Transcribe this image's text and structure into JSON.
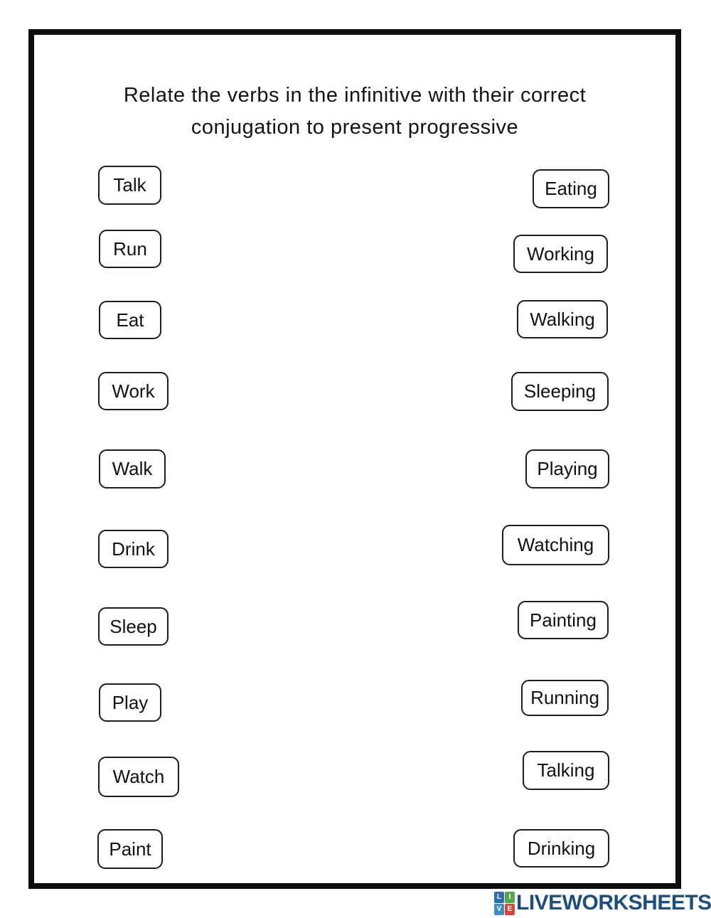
{
  "title": {
    "line1": "Relate the verbs in the infinitive with their correct",
    "line2": "conjugation to present progressive"
  },
  "left_column": {
    "items": [
      "Talk",
      "Run",
      "Eat",
      "Work",
      "Walk",
      "Drink",
      "Sleep",
      "Play",
      "Watch",
      "Paint"
    ]
  },
  "right_column": {
    "items": [
      "Eating",
      "Working",
      "Walking",
      "Sleeping",
      "Playing",
      "Watching",
      "Painting",
      "Running",
      "Talking",
      "Drinking"
    ]
  },
  "footer": {
    "brand": "LIVEWORKSHEETS",
    "logo_tiles": [
      {
        "letter": "L",
        "color": "#2e6db4"
      },
      {
        "letter": "I",
        "color": "#5aa54e"
      },
      {
        "letter": "V",
        "color": "#3f8fc4"
      },
      {
        "letter": "E",
        "color": "#d8453a"
      }
    ]
  },
  "colors": {
    "frame_border": "#0d0d0d",
    "box_border": "#1d1d1d",
    "text": "#121212",
    "brand_blue": "#1e4e79"
  }
}
